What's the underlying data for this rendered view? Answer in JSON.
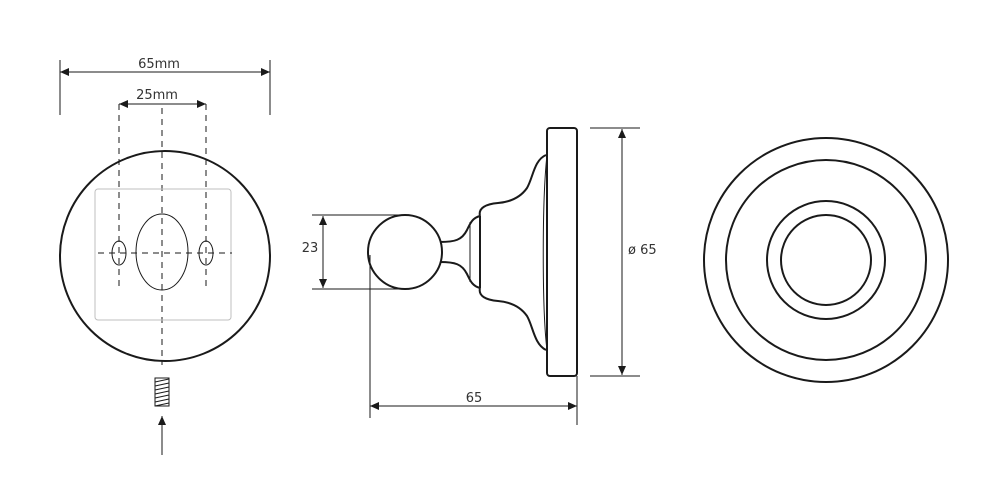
{
  "dimensions": {
    "width_front": "65mm",
    "hole_spacing": "25mm",
    "knob_height": "23",
    "depth": "65",
    "diameter": "ø 65"
  },
  "colors": {
    "line": "#1a1a1a",
    "plate": "#bfbfbf",
    "text": "#333333"
  }
}
